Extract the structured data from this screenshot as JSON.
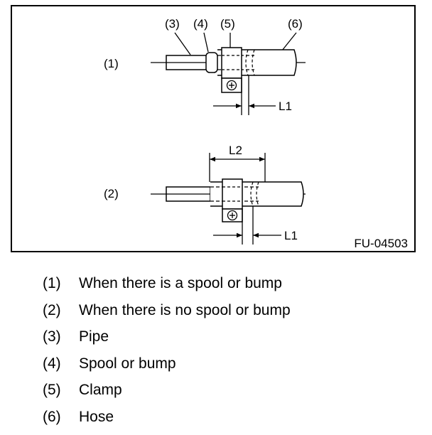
{
  "diagram": {
    "code": "FU-04503",
    "case1": {
      "marker": "(1)",
      "callouts": [
        "(3)",
        "(4)",
        "(5)",
        "(6)"
      ],
      "dimension": "L1"
    },
    "case2": {
      "marker": "(2)",
      "dimension_top": "L2",
      "dimension_bottom": "L1"
    }
  },
  "legend": [
    {
      "num": "(1)",
      "text": "When there is a spool or bump"
    },
    {
      "num": "(2)",
      "text": "When there is no spool or bump"
    },
    {
      "num": "(3)",
      "text": "Pipe"
    },
    {
      "num": "(4)",
      "text": "Spool or bump"
    },
    {
      "num": "(5)",
      "text": "Clamp"
    },
    {
      "num": "(6)",
      "text": "Hose"
    }
  ]
}
